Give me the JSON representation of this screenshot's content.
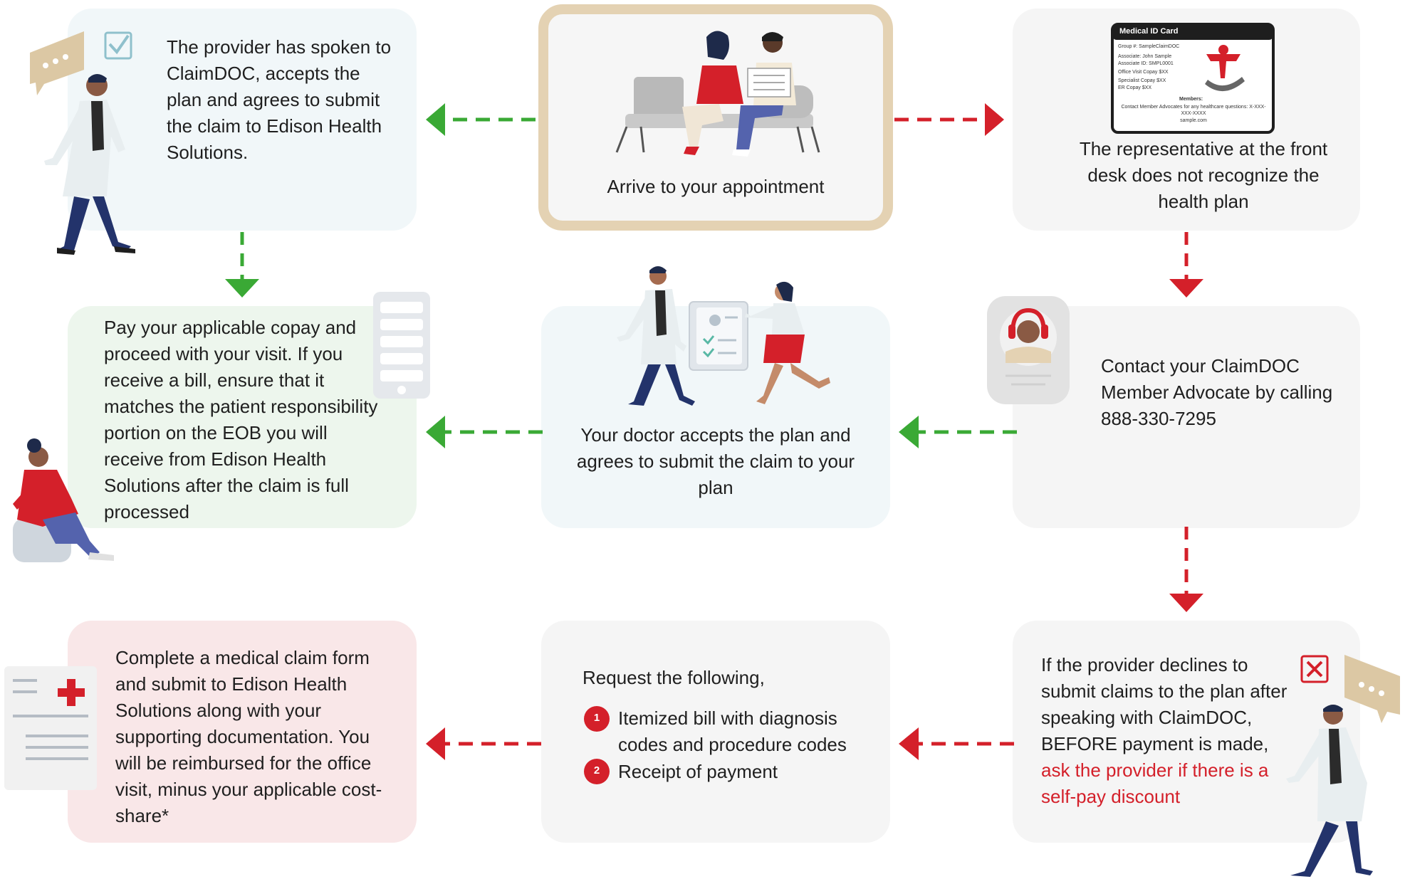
{
  "steps": {
    "arrive": {
      "text": "Arrive to your appointment"
    },
    "provider_spoken": {
      "text": "The provider has spoken to ClaimDOC, accepts the plan and agrees to submit the claim to Edison Health Solutions."
    },
    "front_desk": {
      "text": "The representative at the front desk does not recognize the health plan"
    },
    "pay_copay": {
      "text": "Pay your applicable copay and proceed with your visit. If you receive a bill, ensure that it matches the patient responsibility portion on the EOB you will receive from Edison Health Solutions after the claim is full processed"
    },
    "doctor_accepts": {
      "text": "Your doctor accepts the plan and agrees to submit the claim to your plan"
    },
    "contact_advocate": {
      "text": "Contact your ClaimDOC Member Advocate by calling 888-330-7295"
    },
    "claim_form": {
      "text": "Complete a medical claim form and submit to Edison Health Solutions along with your supporting documentation. You will be reimbursed for the office visit, minus your applicable cost-share*"
    },
    "request": {
      "intro": "Request the following,",
      "items": [
        {
          "num": "1",
          "text": "Itemized bill with diagnosis codes and procedure codes"
        },
        {
          "num": "2",
          "text": "Receipt of payment"
        }
      ]
    },
    "declines": {
      "text": "If the provider declines to submit claims to the plan after speaking with ClaimDOC, BEFORE payment is made,",
      "highlight": "ask the provider if there is a self-pay discount"
    }
  },
  "id_card": {
    "title": "Medical ID Card",
    "lines": [
      "Group #: SampleClaimDOC",
      "Associate: John Sample",
      "Associate ID: SMPL0001",
      "Office Visit Copay $XX",
      "Specialist Copay $XX",
      "ER Copay $XX"
    ],
    "members_label": "Members:",
    "footer": "Contact Member Advocates for any healthcare questions: X-XXX-XXX-XXXX",
    "site": "sample.com"
  },
  "icons": {
    "check": "checkbox-check-icon",
    "x": "checkbox-x-icon",
    "chat": "speech-bubble-icon",
    "phone": "phone-list-icon",
    "form": "medical-form-icon"
  },
  "colors": {
    "green": "#3aa935",
    "red": "#d4202a",
    "tan": "#e4d2b3",
    "navy": "#23336b"
  }
}
